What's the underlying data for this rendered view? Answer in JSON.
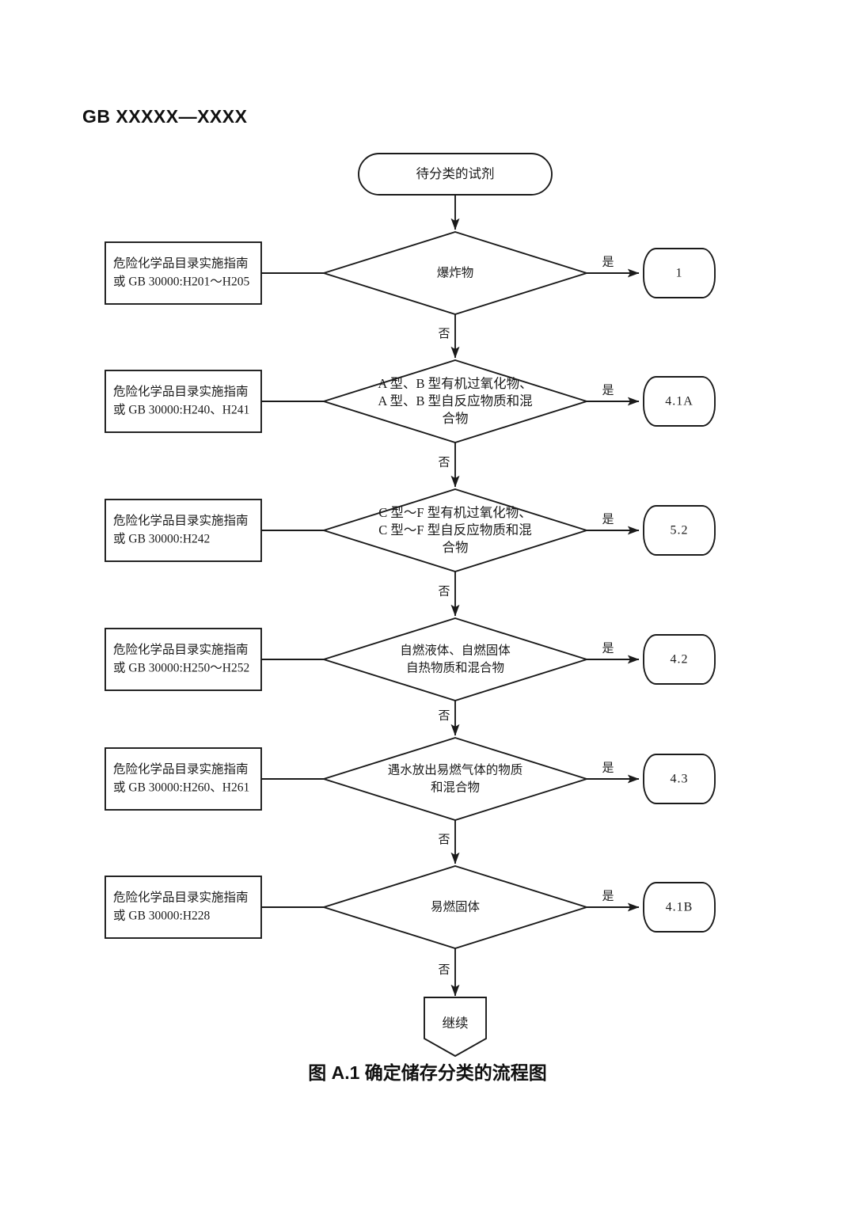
{
  "document": {
    "header": "GB XXXXX—XXXX",
    "figure_caption": "图 A.1    确定储存分类的流程图"
  },
  "flowchart": {
    "start_node": {
      "label": "待分类的试剂",
      "shape": "stadium"
    },
    "end_node": {
      "label": "继续",
      "shape": "pentagon"
    },
    "yes_label": "是",
    "no_label": "否",
    "rows": [
      {
        "source_line1": "危险化学品目录实施指南",
        "source_line2": "或 GB  30000:H201～H205",
        "decision_lines": [
          "爆炸物"
        ],
        "result": "1"
      },
      {
        "source_line1": "危险化学品目录实施指南",
        "source_line2": "或 GB  30000:H240、H241",
        "decision_lines": [
          "A 型、B 型有机过氧化物、",
          "A 型、B 型自反应物质和混",
          "合物"
        ],
        "result": "4.1A"
      },
      {
        "source_line1": "危险化学品目录实施指南",
        "source_line2": "或 GB  30000:H242",
        "decision_lines": [
          "C 型～F 型有机过氧化物、",
          "C 型～F 型自反应物质和混",
          "合物"
        ],
        "result": "5.2"
      },
      {
        "source_line1": "危险化学品目录实施指南",
        "source_line2": "或 GB  30000:H250～H252",
        "decision_lines": [
          "自燃液体、自燃固体",
          "自热物质和混合物"
        ],
        "result": "4.2"
      },
      {
        "source_line1": "危险化学品目录实施指南",
        "source_line2": "或 GB  30000:H260、H261",
        "decision_lines": [
          "遇水放出易燃气体的物质",
          "和混合物"
        ],
        "result": "4.3"
      },
      {
        "source_line1": "危险化学品目录实施指南",
        "source_line2": "或 GB  30000:H228",
        "decision_lines": [
          "易燃固体"
        ],
        "result": "4.1B"
      }
    ]
  },
  "colors": {
    "stroke": "#1a1a1a",
    "background": "#ffffff",
    "text": "#1a1a1a"
  }
}
